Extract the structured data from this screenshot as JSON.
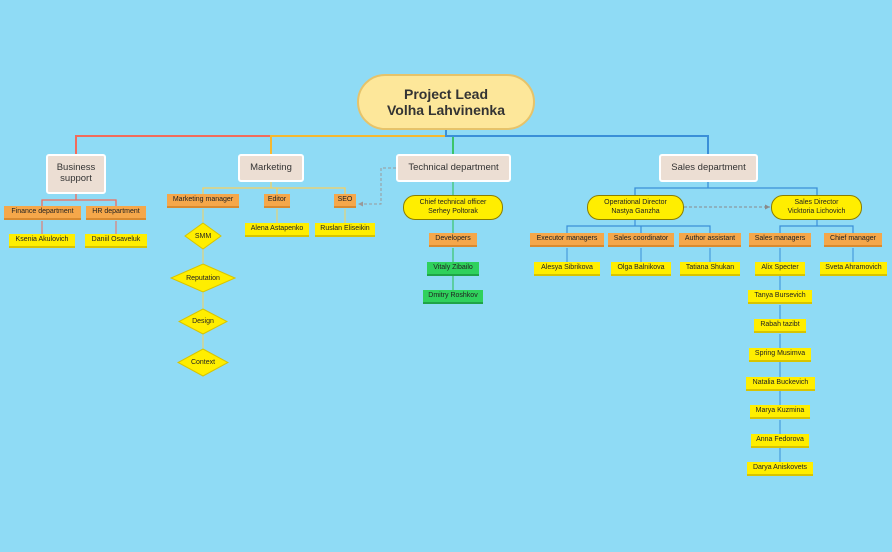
{
  "root": {
    "line1": "Project Lead",
    "line2": "Volha Lahvinenka"
  },
  "business": {
    "line1": "Business",
    "line2": "support",
    "finance": "Finance department",
    "finance_person": "Ksenia Akulovich",
    "hr": "HR department",
    "hr_person": "Daniil  Osaveluk"
  },
  "marketing": {
    "title": "Marketing",
    "manager": "Marketing manager",
    "smm": "SMM",
    "reputation": "Reputation",
    "design": "Design",
    "context": "Context",
    "editor": "Editor",
    "editor_person": "Alena Astapenko",
    "seo": "SEO",
    "seo_person": "Ruslan Eliseikin"
  },
  "technical": {
    "title": "Technical department",
    "cto_line1": "Chief technical officer",
    "cto_line2": "Serhey Poltorak",
    "developers": "Developers",
    "dev1": "Vitaly Zibailo",
    "dev2": "Dmitry Roshkov"
  },
  "sales": {
    "title": "Sales department",
    "op_line1": "Operational Director",
    "op_line2": "Nastya Ganzha",
    "sd_line1": "Sales  Director",
    "sd_line2": "Vicktoria Lichovich",
    "executor": "Executor managers",
    "executor_person": "Alesya Sibrikova",
    "coordinator": "Sales coordinator",
    "coordinator_person": "Olga Balnikova",
    "assistant": "Author assistant",
    "assistant_person": "Tatiana Shukan",
    "managers": "Sales managers",
    "managers_people": [
      "Alix Specter",
      "Tanya Bursevich",
      "Rabah tazibt",
      "Spring Musimva",
      "Natalia Buckevich",
      "Marya Kuzmina",
      "Anna Fedorova",
      "Darya Aniskovets"
    ],
    "chief": "Chief manager",
    "chief_person": "Sveta Ahramovich"
  },
  "colors": {
    "background": "#8fdbf5",
    "business_branch": "#f26b5b",
    "marketing_branch": "#f5b830",
    "technical_branch": "#3cc46a",
    "sales_branch": "#3a8fd8",
    "orange_node": "#f5a74a",
    "yellow_node": "#ffee00",
    "green_node": "#2fd15c"
  }
}
